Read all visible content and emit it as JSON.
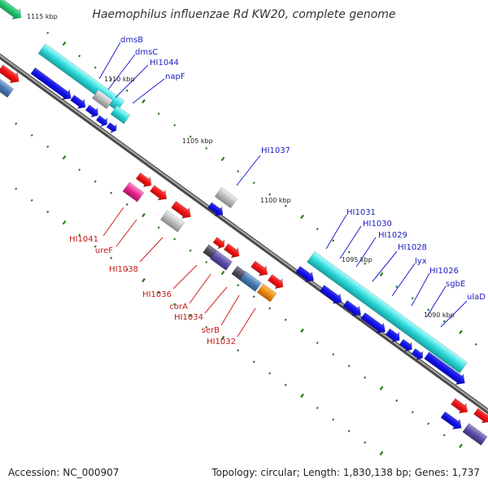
{
  "title": "Haemophilus influenzae Rd KW20, complete genome",
  "footer": {
    "accession": "Accession: NC_000907",
    "summary": "Topology: circular; Length: 1,830,138 bp; Genes: 1,737"
  },
  "scale_labels": [
    "1115 kbp",
    "1110 kbp",
    "1105 kbp",
    "1100 kbp",
    "1095 kbp",
    "1090 kbp"
  ],
  "genes_top_strand": [
    "dmsB",
    "dmsC",
    "HI1044",
    "napF",
    "HI1037",
    "HI1031",
    "HI1030",
    "HI1029",
    "HI1028",
    "lyx",
    "HI1026",
    "sgbE",
    "ulaD"
  ],
  "genes_bottom_strand": [
    "HI1041",
    "ureF",
    "HI1038",
    "HI1036",
    "corA",
    "HI1034",
    "serB",
    "HI1032"
  ],
  "colors": {
    "backbone": "#7a7a7a",
    "tick": "#2a7a1a",
    "forward_cds": "#1010e0",
    "reverse_cds": "#e01010",
    "rna": "#20c8c8",
    "gray_feature": "#b8b8b8",
    "dark_feature": "#505060",
    "pink_feature": "#e82890",
    "orange_feature": "#f08c10",
    "steel_feature": "#4878b0",
    "blue_label": "#1a1ac0",
    "red_label": "#c01818"
  }
}
